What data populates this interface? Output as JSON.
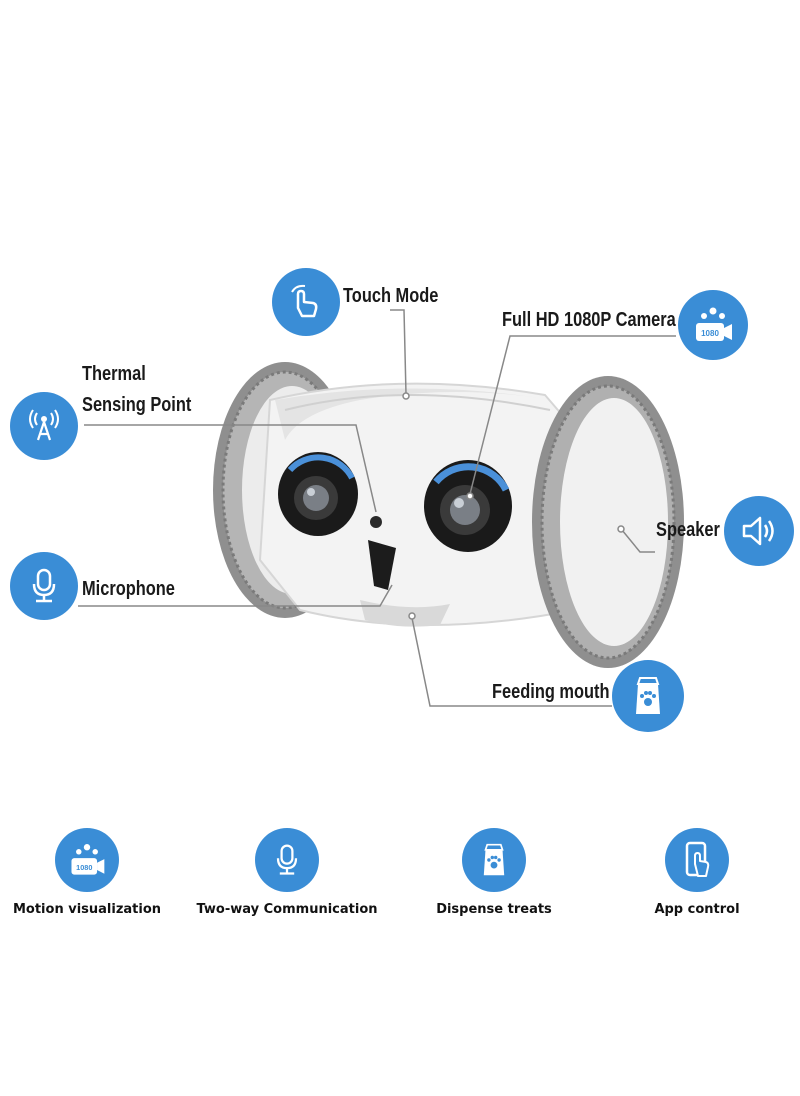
{
  "colors": {
    "accent": "#3a8dd6",
    "line": "#888888",
    "robot_body": "#f2f2f2",
    "wheel": "#8f8f8f"
  },
  "callouts": {
    "touch_mode": {
      "label": "Touch Mode",
      "icon": "hand-touch-icon"
    },
    "camera": {
      "label": "Full HD 1080P Camera",
      "icon": "camera-1080-icon",
      "badge": "1080"
    },
    "thermal": {
      "line1": "Thermal",
      "line2": "Sensing Point",
      "icon": "antenna-signal-icon"
    },
    "speaker": {
      "label": "Speaker",
      "icon": "speaker-icon"
    },
    "microphone": {
      "label": "Microphone",
      "icon": "microphone-icon"
    },
    "feeding": {
      "label": "Feeding mouth",
      "icon": "treat-bag-icon"
    }
  },
  "features": [
    {
      "label": "Motion visualization",
      "icon": "camera-1080-icon",
      "badge": "1080"
    },
    {
      "label": "Two-way Communication",
      "icon": "microphone-icon"
    },
    {
      "label": "Dispense treats",
      "icon": "treat-bag-icon"
    },
    {
      "label": "App control",
      "icon": "phone-touch-icon"
    }
  ]
}
